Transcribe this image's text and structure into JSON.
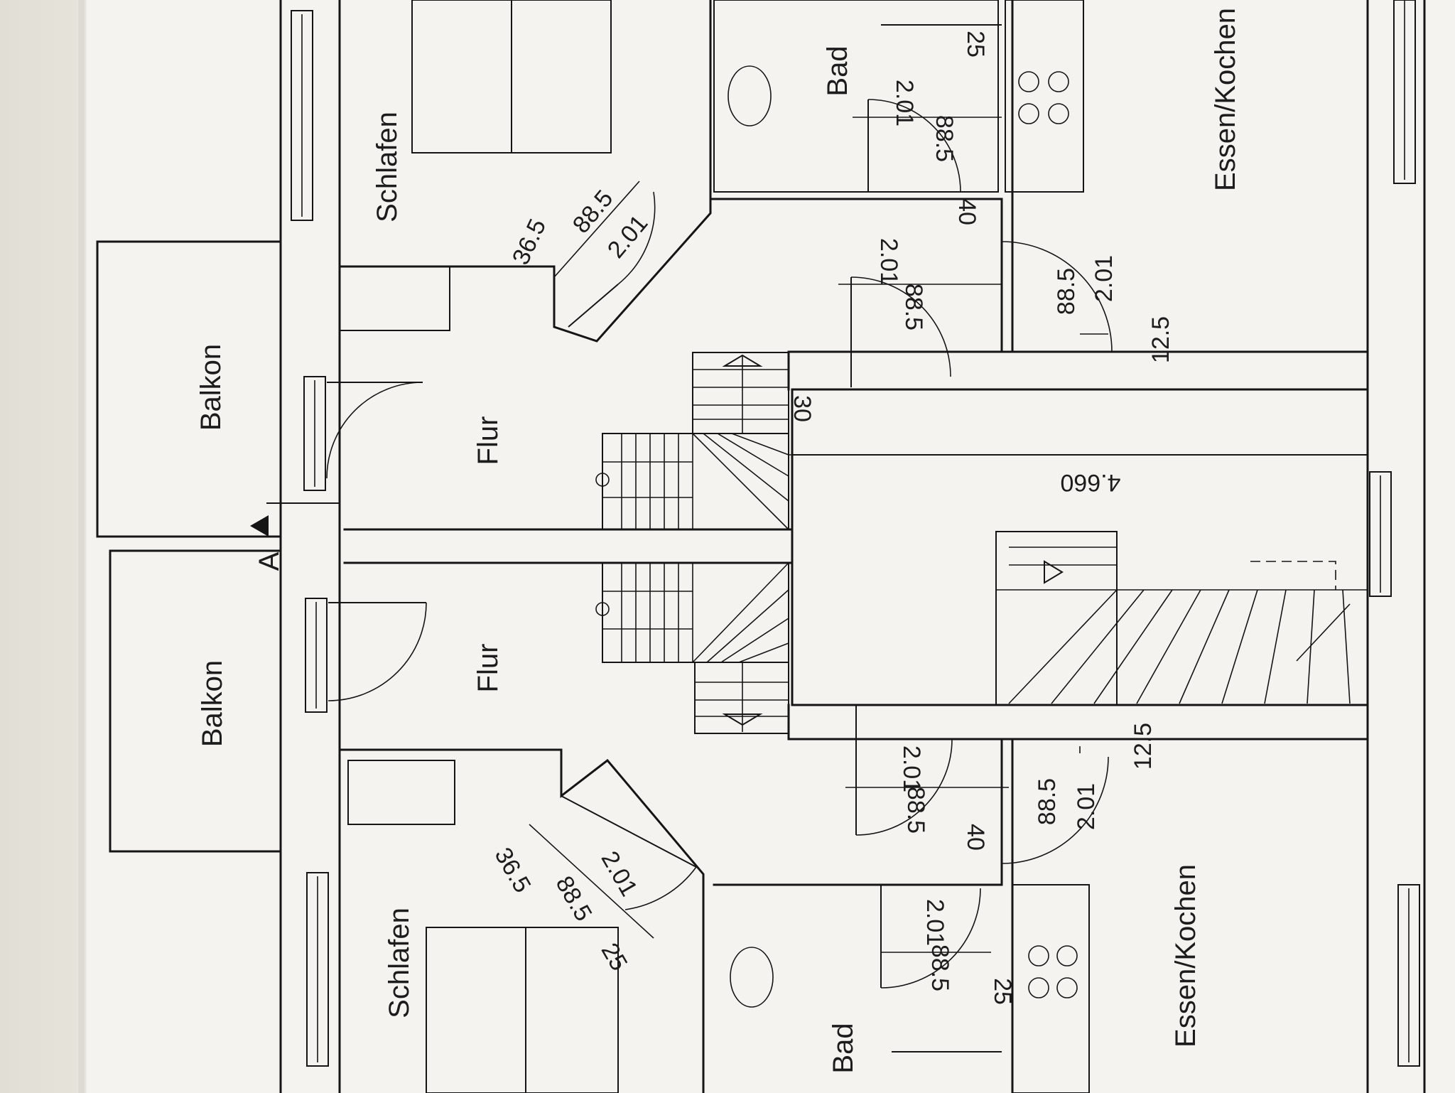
{
  "rooms": {
    "balkon_top": "Balkon",
    "balkon_bottom": "Balkon",
    "schlafen_top": "Schlafen",
    "schlafen_bottom": "Schlafen",
    "flur_top": "Flur",
    "flur_bottom": "Flur",
    "bad_top": "Bad",
    "bad_bottom": "Bad",
    "essen_kochen_top": "Essen/Kochen",
    "essen_kochen_bottom": "Essen/Kochen"
  },
  "section": {
    "label": "A"
  },
  "dims": {
    "d88_5": "88.5",
    "d2_01": "2.01",
    "d36_5": "36.5",
    "d25": "25",
    "d40": "40",
    "d30": "30",
    "d12_5": "12.5",
    "d4_660": "4.660"
  }
}
